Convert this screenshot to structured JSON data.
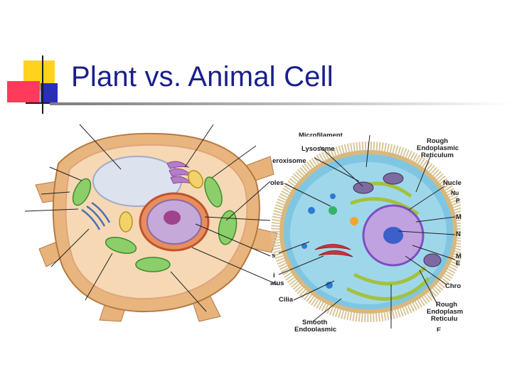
{
  "slide": {
    "title": "Plant vs. Animal Cell",
    "accent_colors": {
      "yellow": "#ffd21e",
      "red": "#ff3a5a",
      "blue": "#2a2fb8",
      "title": "#1a1f8c"
    }
  },
  "animal_cell": {
    "labels": {
      "microfilament": "Microfilament",
      "lysosome": "Lysosome",
      "peroxisome": "eroxisome",
      "vacuoles": "oles",
      "s_label": "s",
      "golgi_1": "i",
      "golgi_2": "atus",
      "cilia": "Cilia",
      "smooth_1": "Smooth",
      "smooth_2": "Endoplasmic",
      "rough_top_1": "Rough",
      "rough_top_2": "Endoplasmic",
      "rough_top_3": "Reticulum",
      "nucleus_1": "Nucle",
      "nucleus_2": "Nu",
      "nucleus_3": "P",
      "right_m": "M",
      "right_n": "N",
      "right_m2": "M",
      "right_e": "E",
      "chromatin": "Chro",
      "rough_bottom_1": "Rough",
      "rough_bottom_2": "Endoplasm",
      "rough_bottom_3": "Reticulu",
      "bottom_partial": "E"
    }
  }
}
